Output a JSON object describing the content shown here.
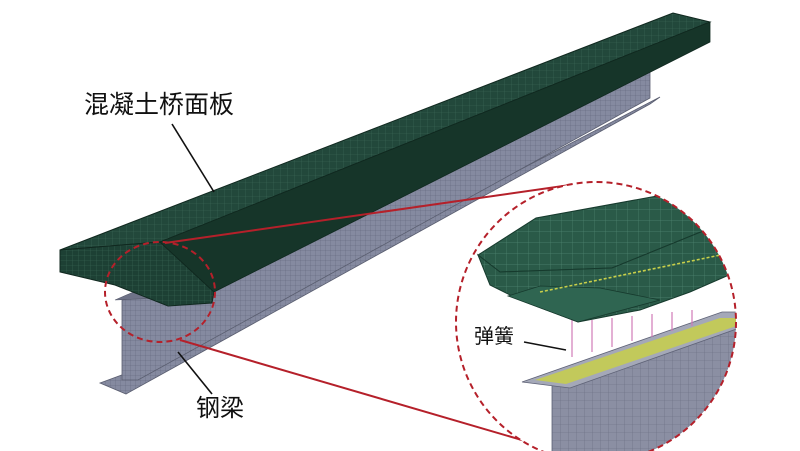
{
  "labels": {
    "deck": "混凝土桥面板",
    "girder": "钢梁",
    "spring": "弹簧"
  },
  "colors": {
    "deck_top": "#22483b",
    "deck_side": "#17382d",
    "steel": "#8d90a2",
    "steel_dark": "#6a6d80",
    "callout": "#b5202a",
    "leader": "#111111",
    "spring_lines": "#d07ab8",
    "contact_strip": "#cdd24a"
  }
}
